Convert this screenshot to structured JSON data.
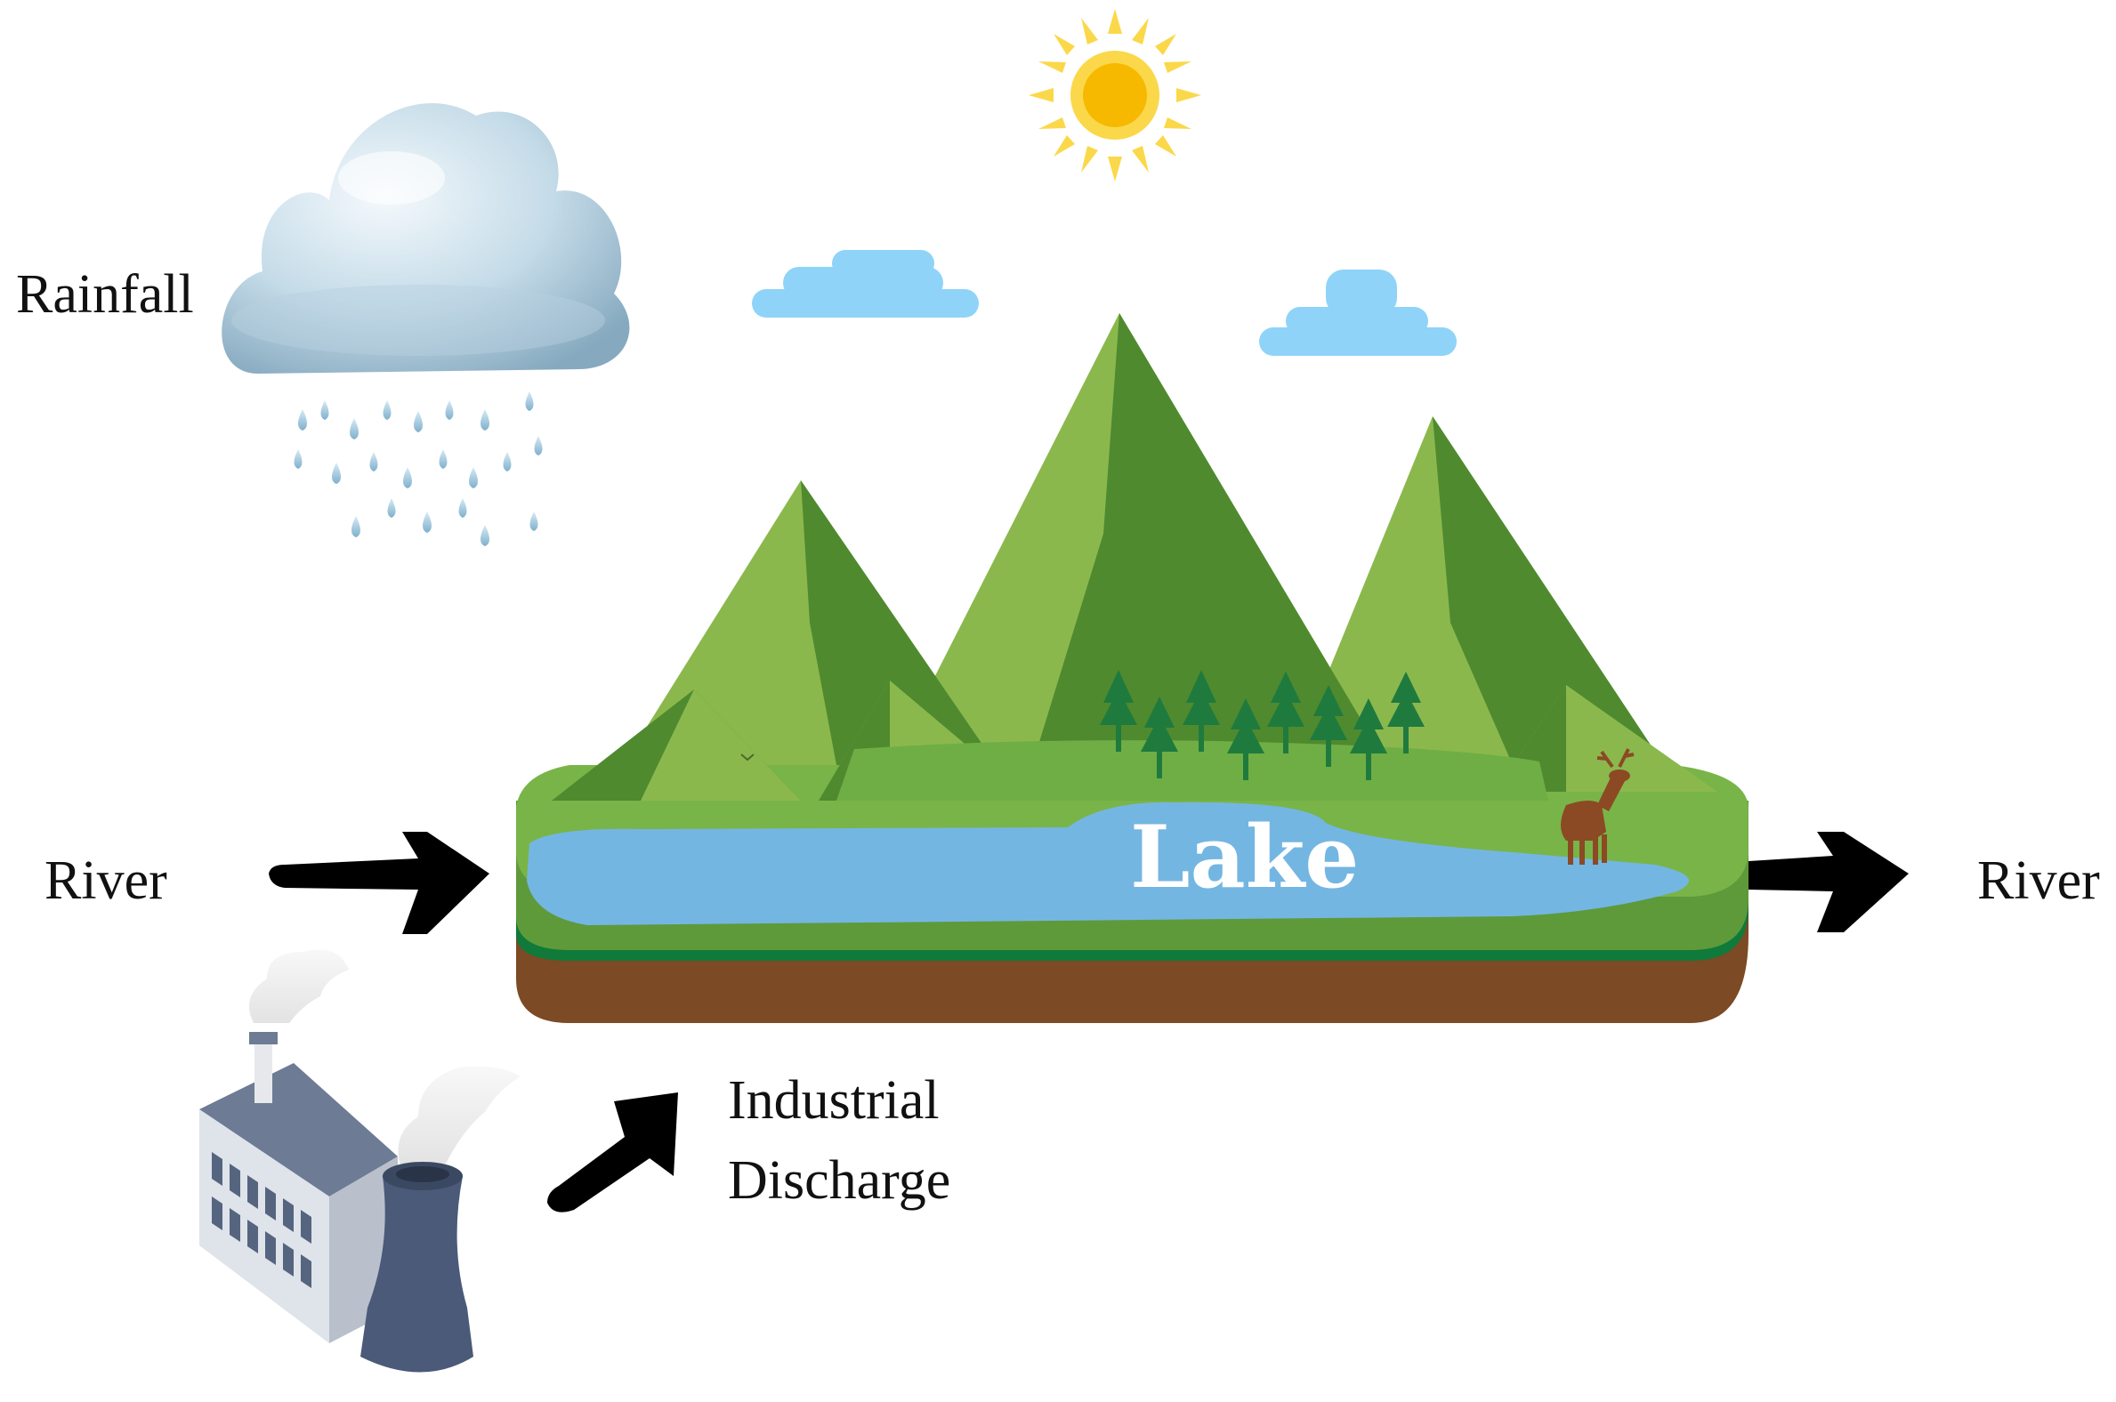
{
  "labels": {
    "rainfall": "Rainfall",
    "river_in": "River",
    "river_out": "River",
    "lake": "Lake",
    "industrial_line1": "Industrial",
    "industrial_line2": "Discharge"
  },
  "icons": {
    "cloud": "rain-cloud-icon",
    "sun": "sun-icon",
    "factory": "factory-icon",
    "deer": "deer-icon"
  },
  "colors": {
    "sky_cloud": "#8fd3f9",
    "sun": "#f7c400",
    "mountain_light": "#8bb84d",
    "mountain_dark": "#4f8a2f",
    "lake": "#74b6e2",
    "soil": "#7c4a24",
    "grass_band": "#0f7a3a",
    "arrow": "#000000"
  }
}
